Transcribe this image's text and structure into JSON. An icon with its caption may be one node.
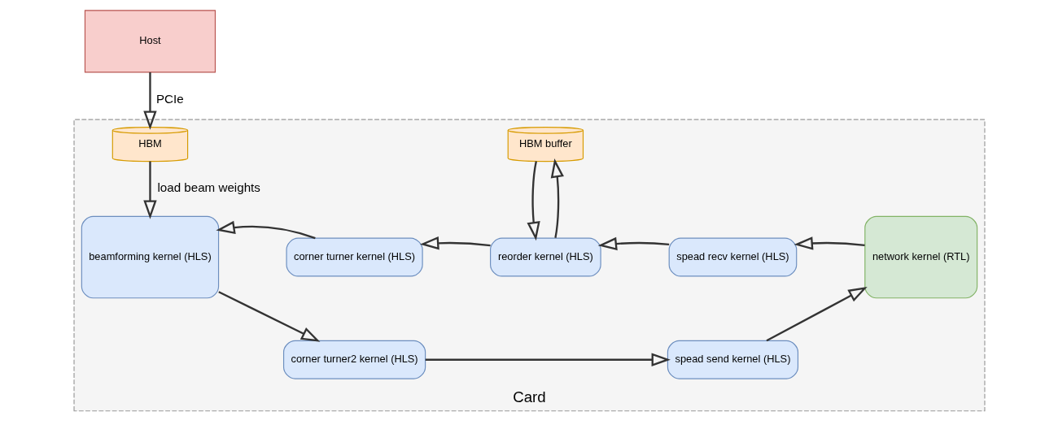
{
  "diagram": {
    "nodes": [
      {
        "text": [
          "Host"
        ]
      },
      {
        "text": [
          "Card"
        ]
      },
      {
        "text": [
          "HBM"
        ],
        "in": 1
      },
      {
        "text": [
          "HBM buffer"
        ],
        "in": 1
      },
      {
        "text": [
          "beamforming kernel (HLS)"
        ],
        "in": 1
      },
      {
        "text": [
          "corner turner kernel (HLS)"
        ],
        "in": 1
      },
      {
        "text": [
          "reorder kernel (HLS)"
        ],
        "in": 1
      },
      {
        "text": [
          "spead recv kernel (HLS)"
        ],
        "in": 1
      },
      {
        "text": [
          "network kernel (RTL)"
        ],
        "in": 1
      },
      {
        "text": [
          "corner turner2 kernel (HLS)"
        ],
        "in": 1
      },
      {
        "text": [
          "spead send kernel (HLS)"
        ],
        "in": 1
      }
    ],
    "edges": [
      {
        "from": 0,
        "to": 2,
        "arrow": "to",
        "label": "PCIe"
      },
      {
        "from": 2,
        "to": 4,
        "arrow": "to",
        "label": "load beam weights"
      },
      {
        "from": 6,
        "to": 3,
        "arrow": "to"
      },
      {
        "from": 3,
        "to": 6,
        "arrow": "to"
      },
      {
        "from": 8,
        "to": 7,
        "arrow": "to"
      },
      {
        "from": 7,
        "to": 6,
        "arrow": "to"
      },
      {
        "from": 6,
        "to": 5,
        "arrow": "to"
      },
      {
        "from": 5,
        "to": 4,
        "arrow": "to"
      },
      {
        "from": 4,
        "to": 9,
        "arrow": "to"
      },
      {
        "from": 9,
        "to": 10,
        "arrow": "to"
      },
      {
        "from": 10,
        "to": 8,
        "arrow": "to"
      }
    ]
  }
}
